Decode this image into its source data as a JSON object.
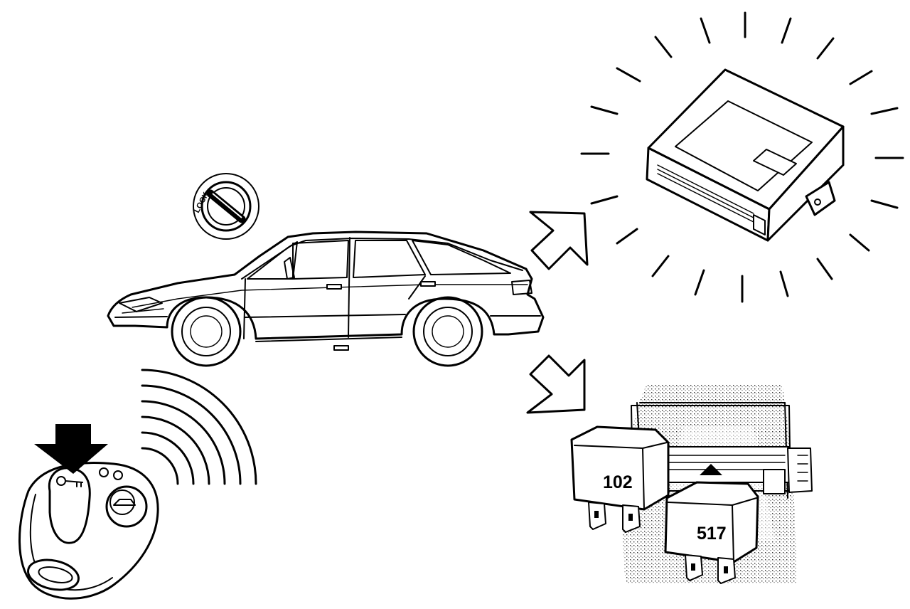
{
  "ignition": {
    "label": "LOCK"
  },
  "relays": [
    {
      "label": "102"
    },
    {
      "label": "517"
    }
  ],
  "icons": {
    "key_fob": "key-fob-icon",
    "car": "hatchback-car-icon",
    "control_module": "control-module-icon",
    "arrow": "hollow-arrow-icon",
    "press": "press-down-arrow-icon"
  }
}
